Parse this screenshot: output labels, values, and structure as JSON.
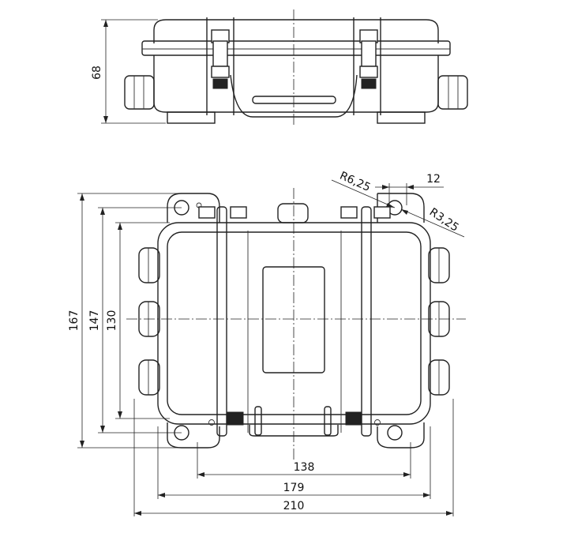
{
  "dimensions": {
    "side_height": "68",
    "outer_height": "167",
    "mount_height": "147",
    "body_height": "130",
    "bottom_138": "138",
    "bottom_179": "179",
    "bottom_210": "210",
    "hole_spacing": "12",
    "radius_large": "R6,25",
    "radius_small": "R3,25"
  }
}
